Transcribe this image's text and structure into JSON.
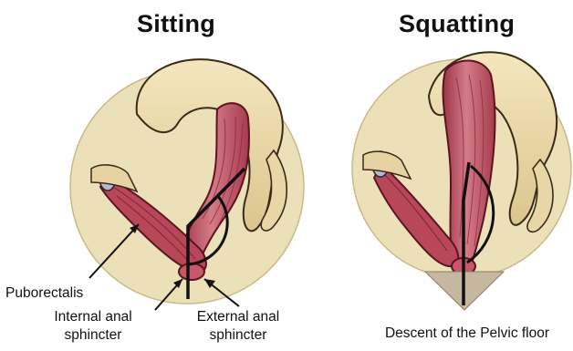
{
  "titles": {
    "sitting": "Sitting",
    "squatting": "Squatting"
  },
  "labels": {
    "puborectalis": "Puborectalis",
    "internal_line1": "Internal anal",
    "internal_line2": "sphincter",
    "external_line1": "External anal",
    "external_line2": "sphincter",
    "descent": "Descent of the Pelvic floor"
  },
  "colors": {
    "background_circle": "#ece0b8",
    "bone": "#eddcae",
    "muscle": "#b34858",
    "muscle_light": "#d9808a",
    "ligament": "#b9b7cc",
    "line": "#111111",
    "descent_arrow": "#c6b8a0"
  }
}
